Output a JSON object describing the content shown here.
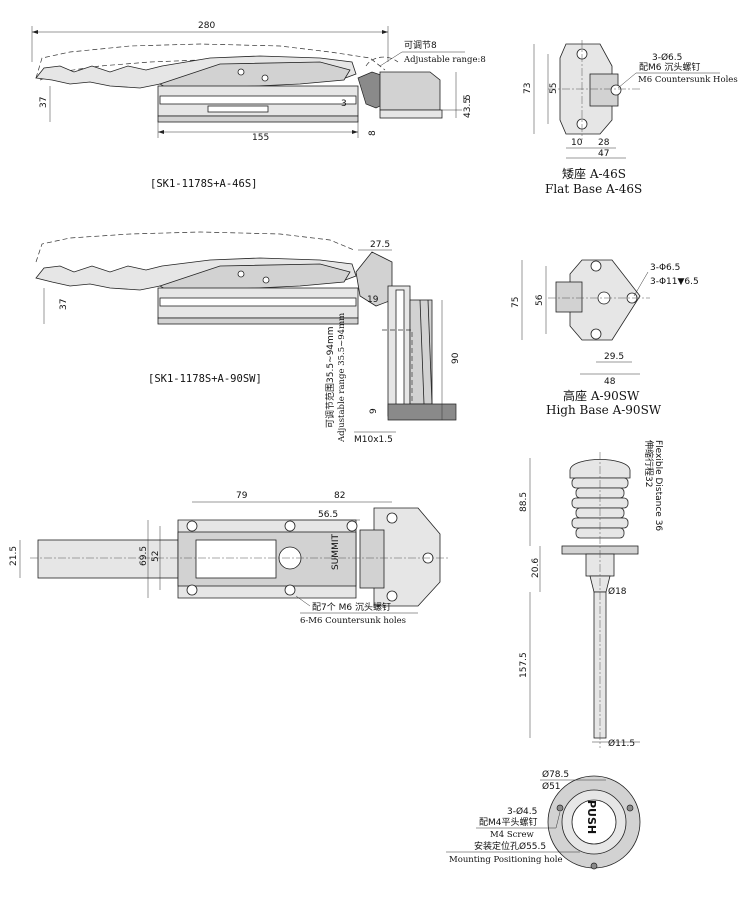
{
  "view1": {
    "dim_280": "280",
    "dim_37": "37",
    "dim_155": "155",
    "dim_3": "3",
    "dim_8": "8",
    "dim_5": "5",
    "dim_43_5": "43.5",
    "adjust_zh": "可调节8",
    "adjust_en": "Adjustable range:8",
    "caption": "[SK1-1178S+A-46S]"
  },
  "flat_base": {
    "holes_zh": "3-Ø6.5",
    "holes_zh2": "配M6 沉头螺钉",
    "holes_en": "M6 Countersunk Holes",
    "dim_73": "73",
    "dim_55": "55",
    "dim_10": "10",
    "dim_28": "28",
    "dim_47": "47",
    "title_zh": "矮座 A-46S",
    "title_en": "Flat Base A-46S"
  },
  "view2": {
    "dim_37": "37",
    "dim_27_5": "27.5",
    "dim_19": "19",
    "dim_90": "90",
    "dim_9": "9",
    "thread": "M10x1.5",
    "adjust_zh": "可调节范围35.5~94mm",
    "adjust_en": "Adjustable range 35.5~94mm",
    "caption": "[SK1-1178S+A-90SW]"
  },
  "high_base": {
    "holes1": "3-Φ6.5",
    "holes2": "3-Φ11▼6.5",
    "dim_75": "75",
    "dim_56": "56",
    "dim_29_5": "29.5",
    "dim_48": "48",
    "title_zh": "高座 A-90SW",
    "title_en": "High Base A-90SW"
  },
  "top_view": {
    "dim_79": "79",
    "dim_82": "82",
    "dim_56_5": "56.5",
    "dim_21_5": "21.5",
    "dim_69_5": "69.5",
    "dim_52": "52",
    "holes_zh": "配7个 M6 沉头螺钉",
    "holes_en": "6-M6 Countersunk holes",
    "brand": "SUMMIT"
  },
  "release": {
    "dim_88_5": "88.5",
    "dim_20_6": "20.6",
    "dim_18": "Ø18",
    "dim_157_5": "157.5",
    "dim_11_5": "Ø11.5",
    "flex_zh": "伸缩行程32",
    "flex_en": "Flexible Distance 36"
  },
  "push_knob": {
    "d78_5": "Ø78.5",
    "d51": "Ø51",
    "holes": "3-Ø4.5",
    "screw_zh": "配M4平头螺钉",
    "screw_en": "M4 Screw",
    "pos_zh": "安装定位孔Ø55.5",
    "pos_en": "Mounting Positioning hole",
    "push": "PUSH"
  }
}
